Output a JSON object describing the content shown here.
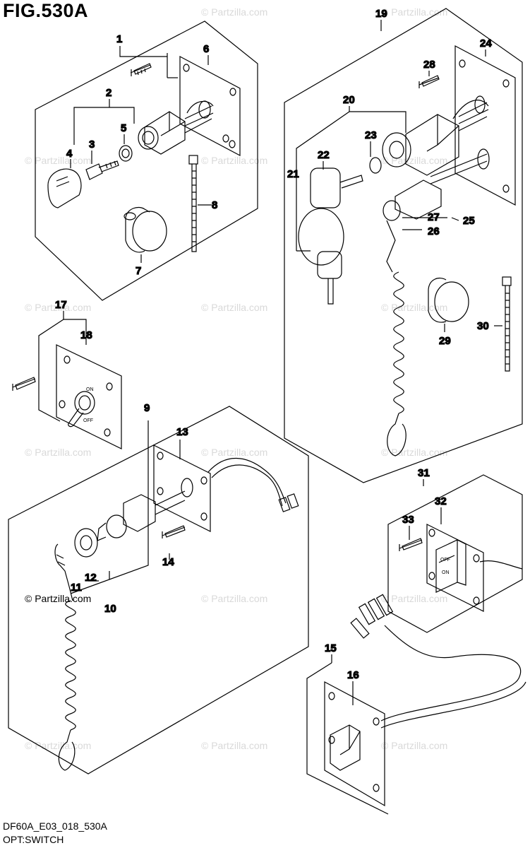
{
  "figure": {
    "title": "FIG.530A",
    "code": "DF60A_E03_018_530A",
    "name": "OPT:SWITCH"
  },
  "watermark": {
    "text": "© Partzilla.com",
    "color": "#d9d9d9"
  },
  "callouts": [
    "1",
    "2",
    "3",
    "4",
    "5",
    "6",
    "7",
    "8",
    "9",
    "10",
    "11",
    "12",
    "13",
    "14",
    "15",
    "16",
    "17",
    "18",
    "19",
    "20",
    "21",
    "22",
    "23",
    "24",
    "25",
    "26",
    "27",
    "28",
    "29",
    "30",
    "31",
    "32",
    "33"
  ],
  "part_marks": {
    "toggle_on": "ON",
    "toggle_off": "OFF",
    "rocker_top": "OFF",
    "rocker_bottom": "ON"
  }
}
